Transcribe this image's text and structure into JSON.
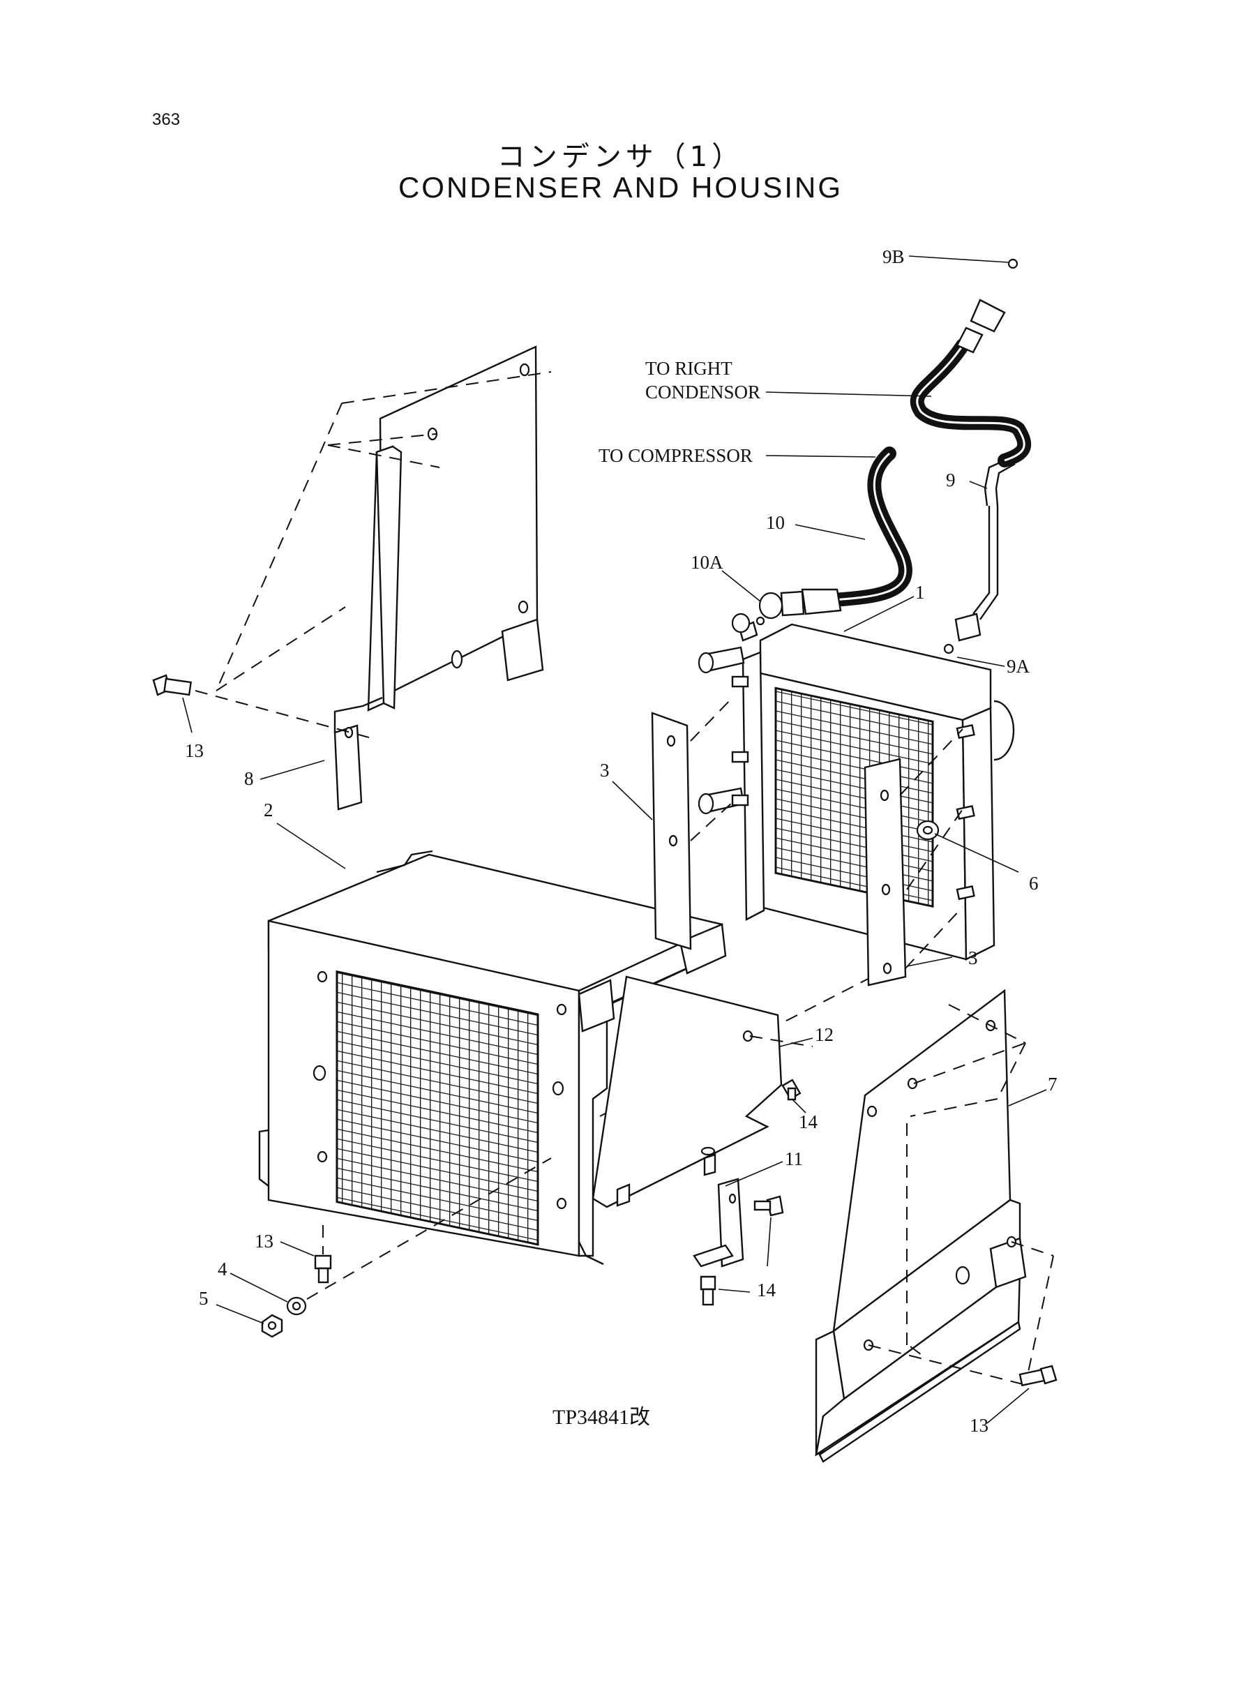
{
  "page": {
    "number": "363"
  },
  "title": {
    "japanese": "コンデンサ（1）",
    "english": "CONDENSER AND HOUSING"
  },
  "drawing_id": "TP34841改",
  "callouts": {
    "c1": "1",
    "c2": "2",
    "c3a": "3",
    "c3b": "3",
    "c4": "4",
    "c5": "5",
    "c6": "6",
    "c7": "7",
    "c8": "8",
    "c9": "9",
    "c9a": "9A",
    "c9b": "9B",
    "c10": "10",
    "c10a": "10A",
    "c11": "11",
    "c12": "12",
    "c13a": "13",
    "c13b": "13",
    "c13c": "13",
    "c14a": "14",
    "c14b": "14"
  },
  "annotations": {
    "to_right_line1": "TO RIGHT",
    "to_right_line2": "CONDENSOR",
    "to_compressor": "TO COMPRESSOR"
  }
}
